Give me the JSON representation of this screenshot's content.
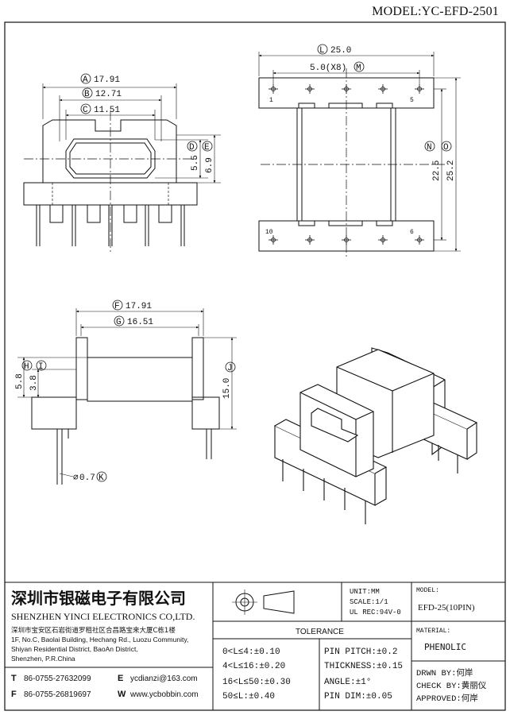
{
  "header": {
    "model_title": "MODEL:YC-EFD-2501"
  },
  "dims": {
    "A": "17.91",
    "B": "12.71",
    "C": "11.51",
    "D": "5.5",
    "E": "6.9",
    "F": "17.91",
    "G": "16.51",
    "H": "5.8",
    "I": "3.8",
    "J": "15.0",
    "K": "0.7",
    "L": "25.0",
    "M": "5.0(X8)",
    "N": "22.5",
    "O": "25.2"
  },
  "dim_letters": {
    "A": "A",
    "B": "B",
    "C": "C",
    "D": "D",
    "E": "E",
    "F": "F",
    "G": "G",
    "H": "H",
    "I": "I",
    "J": "J",
    "K": "K",
    "L": "L",
    "M": "M",
    "N": "N",
    "O": "O"
  },
  "pins": {
    "p1": "1",
    "p5": "5",
    "p10": "10",
    "p6": "6"
  },
  "diameter_symbol": "⌀",
  "company": {
    "name_cn": "深圳市银磁电子有限公司",
    "name_en": "SHENZHEN YINCI ELECTRONICS CO,LTD.",
    "addr_cn": "深圳市宝安区石岩街道罗租社区合昌路宝来大厦C栋1楼",
    "addr_en1": "1F, No.C, Baolai Building, Hechang Rd., Luozu Community,",
    "addr_en2": "Shiyan Residential District, BaoAn District,",
    "addr_en3": "Shenzhen, P.R.China",
    "t_label": "T",
    "t_value": "86-0755-27632099",
    "f_label": "F",
    "f_value": "86-0755-26819697",
    "e_label": "E",
    "e_value": "ycdianzi@163.com",
    "w_label": "W",
    "w_value": "www.ycbobbin.com"
  },
  "specs": {
    "unit": "UNIT:MM",
    "scale": "SCALE:1/1",
    "ul": "UL REC:94V-0",
    "model_label": "MODEL:",
    "model_value": "EFD-25(10PIN)",
    "material_label": "MATERIAL:",
    "material_value": "PHENOLIC",
    "tolerance_title": "TOLERANCE",
    "tol_rows": [
      "0<L≤4:±0.10",
      "4<L≤16:±0.20",
      "16<L≤50:±0.30",
      "50≤L:±0.40"
    ],
    "tol_right": [
      "PIN PITCH:±0.2",
      "THICKNESS:±0.15",
      "ANGLE:±1°",
      "PIN DIM:±0.05"
    ],
    "drawn": "DRWN BY:何岸",
    "check": "CHECK BY:黄丽仪",
    "approved": "APPROVED:何岸"
  }
}
